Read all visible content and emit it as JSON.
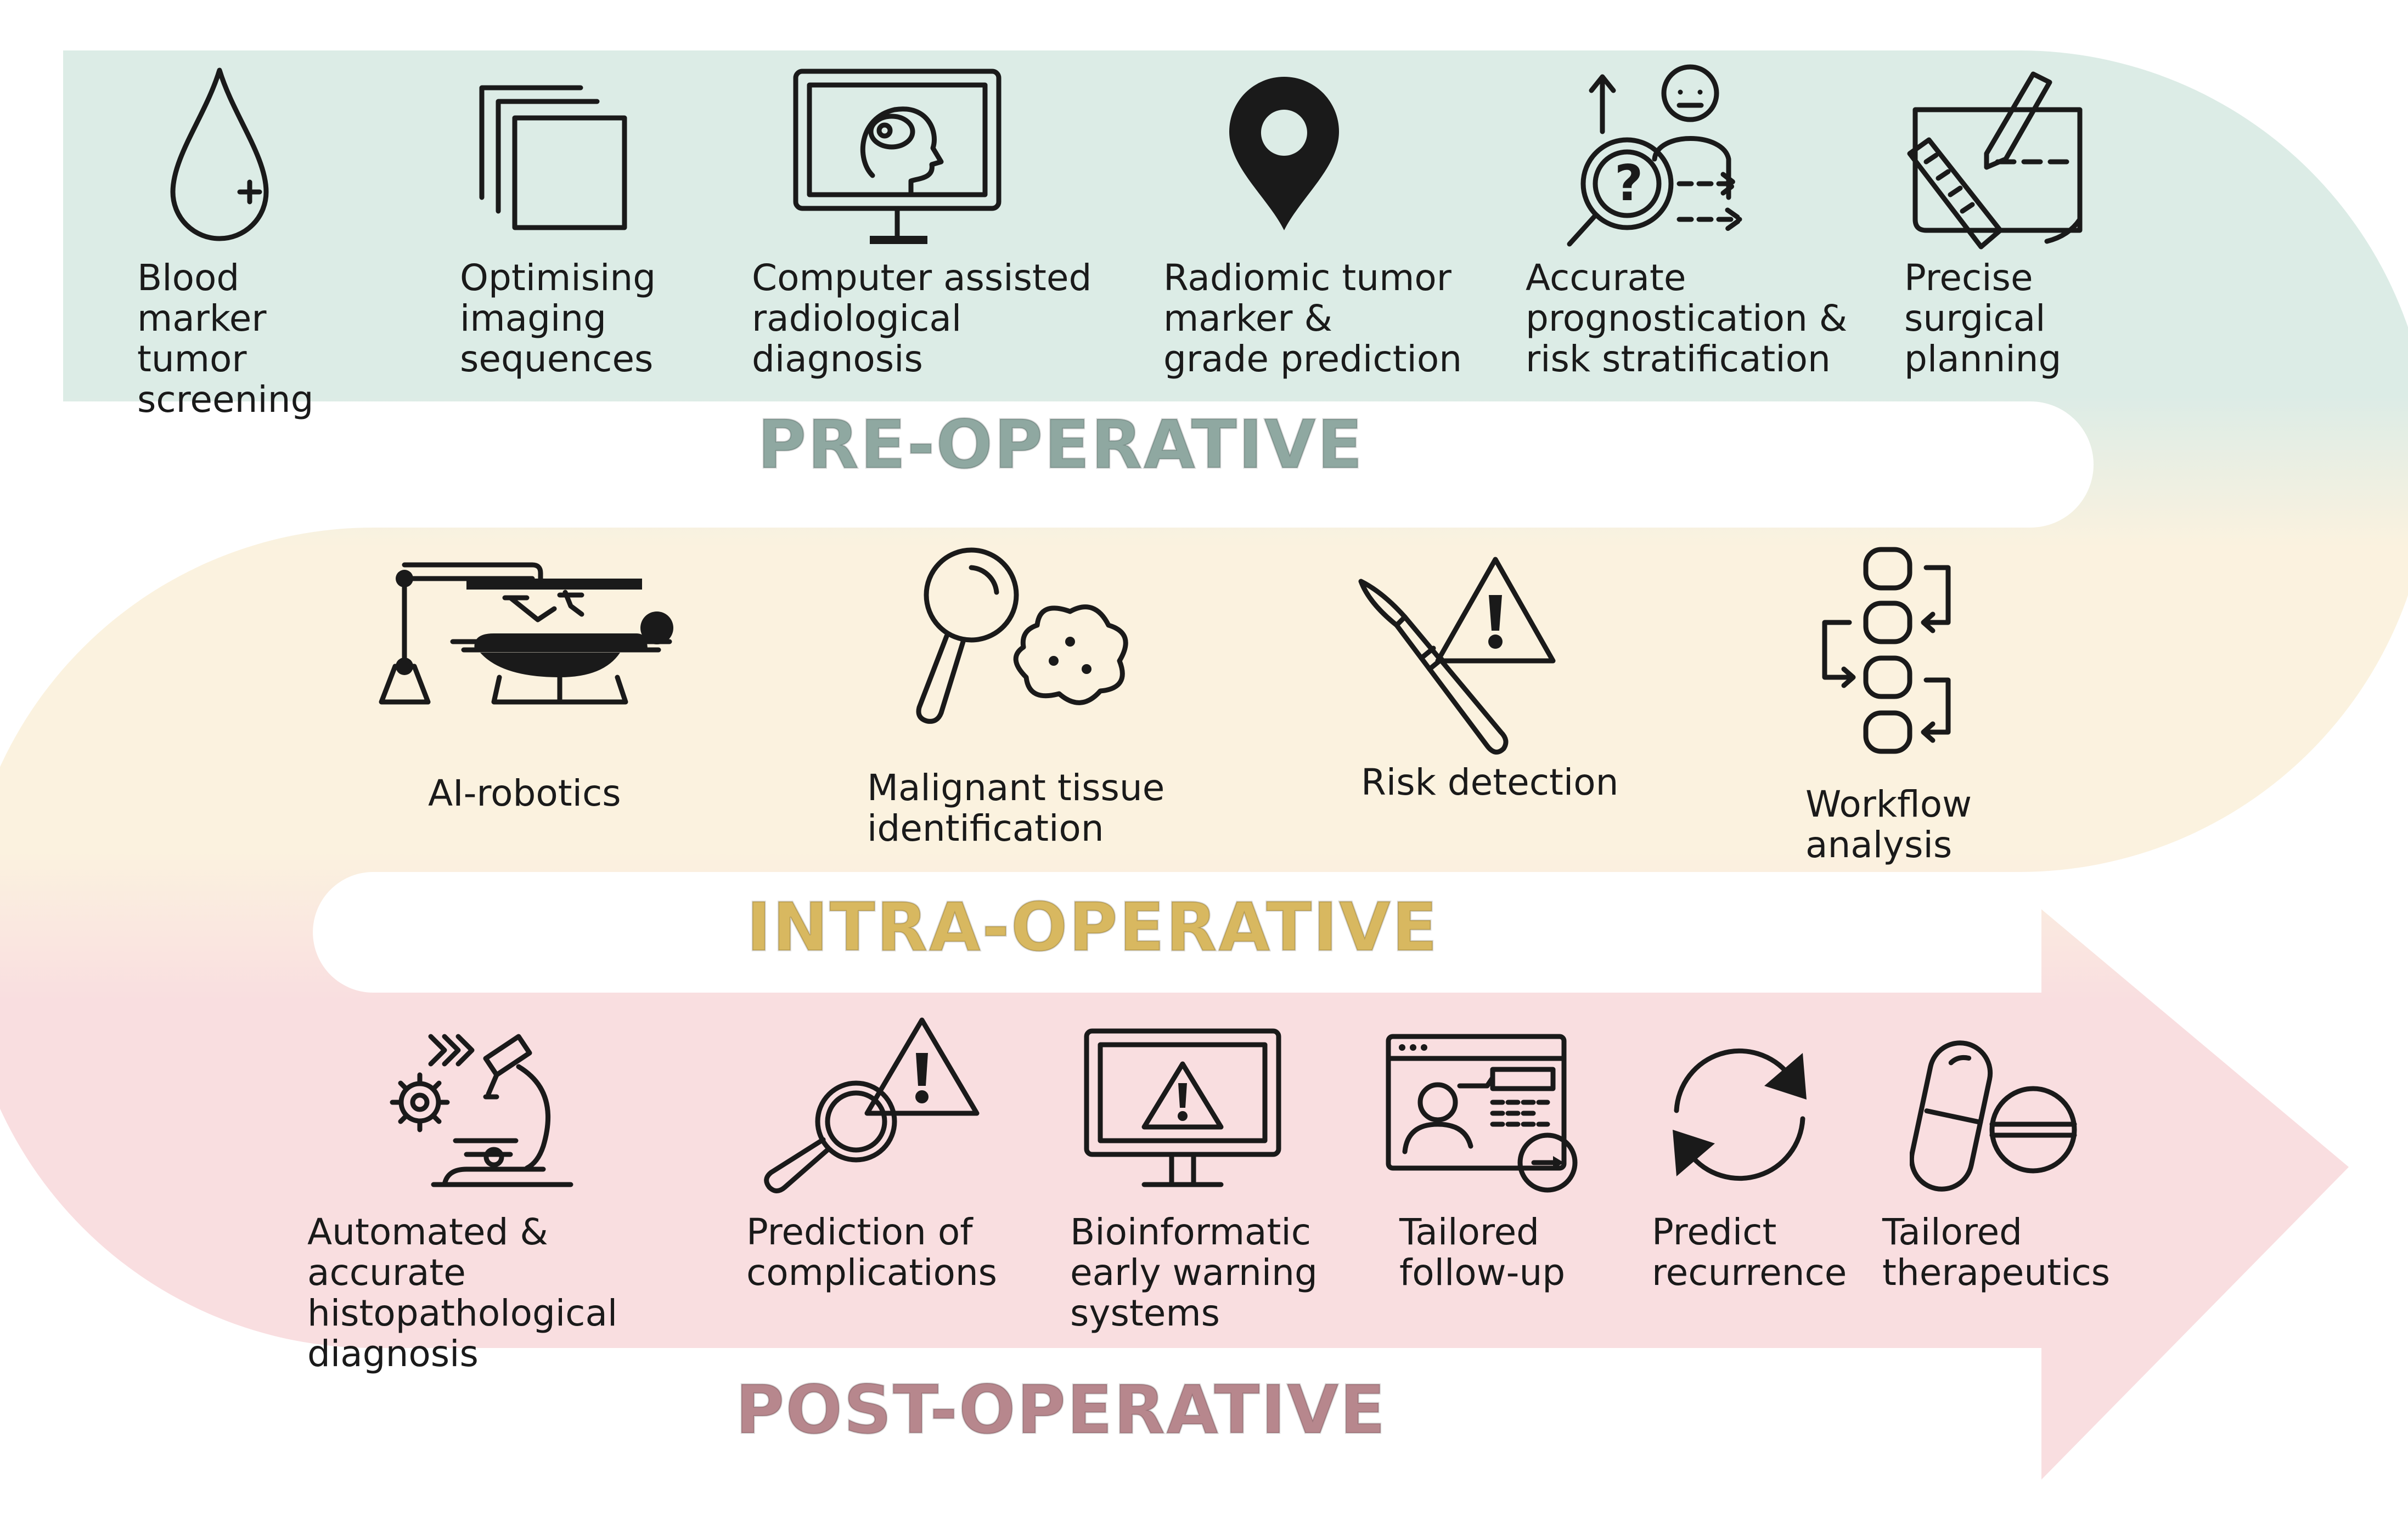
{
  "colors": {
    "pre": "#dcece6",
    "intra": "#fbf2df",
    "post": "#f9dee0",
    "pre_label": "#8fa8a1",
    "intra_label": "#d8b860",
    "post_label": "#b7878d",
    "icon": "#1a1a1a"
  },
  "phases": {
    "pre": {
      "title": "PRE-OPERATIVE",
      "items": [
        {
          "icon": "blood-drop-icon",
          "label": "Blood marker\ntumor\nscreening"
        },
        {
          "icon": "image-stack-icon",
          "label": "Optimising\nimaging\nsequences"
        },
        {
          "icon": "monitor-brain-icon",
          "label": "Computer assisted\nradiological\ndiagnosis"
        },
        {
          "icon": "map-pin-icon",
          "label": "Radiomic tumor\nmarker &\ngrade prediction"
        },
        {
          "icon": "magnifier-patient-icon",
          "label": "Accurate\nprognostication &\nrisk stratification"
        },
        {
          "icon": "drawing-ruler-icon",
          "label": "Precise\nsurgical\nplanning"
        }
      ]
    },
    "intra": {
      "title": "INTRA-OPERATIVE",
      "items": [
        {
          "icon": "surgical-robot-icon",
          "label": "AI-robotics"
        },
        {
          "icon": "magnifier-cell-icon",
          "label": "Malignant tissue\nidentification"
        },
        {
          "icon": "scalpel-warning-icon",
          "label": "Risk detection"
        },
        {
          "icon": "workflow-icon",
          "label": "Workflow\nanalysis"
        }
      ]
    },
    "post": {
      "title": "POST-OPERATIVE",
      "items": [
        {
          "icon": "microscope-gear-icon",
          "label": "Automated & accurate\nhistopathological\ndiagnosis"
        },
        {
          "icon": "magnifier-warning-icon",
          "label": "Prediction of\ncomplications"
        },
        {
          "icon": "monitor-warning-icon",
          "label": "Bioinformatic\nearly warning\nsystems"
        },
        {
          "icon": "browser-person-icon",
          "label": "Tailored\nfollow-up"
        },
        {
          "icon": "refresh-arrows-icon",
          "label": "Predict\nrecurrence"
        },
        {
          "icon": "pills-icon",
          "label": "Tailored\ntherapeutics"
        }
      ]
    }
  }
}
